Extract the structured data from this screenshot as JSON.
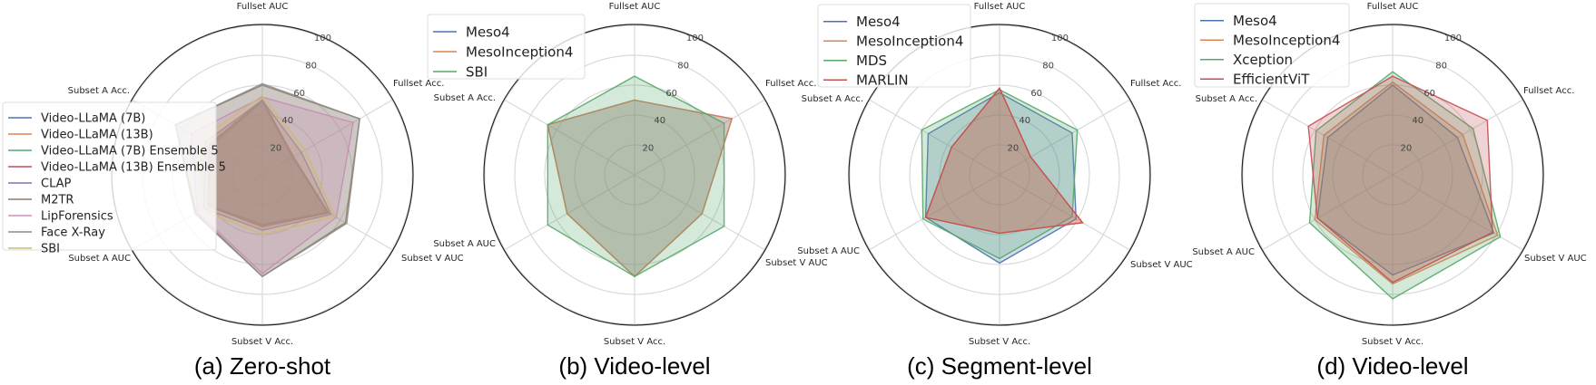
{
  "axes": [
    "Fullset AUC",
    "Fullset Acc.",
    "Subset V AUC",
    "Subset V Acc.",
    "Subset A AUC",
    "Subset A Acc."
  ],
  "colors": {
    "blue": "#4c72b0",
    "orange": "#dd8452",
    "green": "#55a868",
    "red": "#c44e52",
    "purple": "#8172b3",
    "brown": "#937860",
    "pink": "#da8bc3",
    "gray": "#8c8c8c",
    "yellow": "#ccb974"
  },
  "chart_data": [
    {
      "type": "radar",
      "title": "(a) Zero-shot",
      "categories": [
        "Fullset AUC",
        "Fullset Acc.",
        "Subset V AUC",
        "Subset V Acc.",
        "Subset A AUC",
        "Subset A Acc."
      ],
      "rlim": [
        0,
        100
      ],
      "rticks": [
        "20",
        "40",
        "60",
        "80",
        "100"
      ],
      "legend": "left",
      "series": [
        {
          "name": "Video-LLaMA (7B)",
          "color": "#4c72b0",
          "values": [
            50,
            24,
            51,
            34,
            42,
            40
          ]
        },
        {
          "name": "Video-LLaMA (13B)",
          "color": "#dd8452",
          "values": [
            50,
            24,
            51,
            35,
            42,
            40
          ]
        },
        {
          "name": "Video-LLaMA (7B) Ensemble 5",
          "color": "#55a868",
          "values": [
            49,
            23,
            50,
            33,
            41,
            39
          ]
        },
        {
          "name": "Video-LLaMA (13B) Ensemble 5",
          "color": "#c44e52",
          "values": [
            50,
            24,
            51,
            34,
            42,
            41
          ]
        },
        {
          "name": "CLAP",
          "color": "#8172b3",
          "values": [
            50,
            30,
            53,
            37,
            45,
            44
          ]
        },
        {
          "name": "M2TR",
          "color": "#937860",
          "values": [
            60,
            75,
            64,
            68,
            51,
            67
          ]
        },
        {
          "name": "LipForensics",
          "color": "#da8bc3",
          "values": [
            52,
            70,
            57,
            66,
            50,
            55
          ]
        },
        {
          "name": "Face X-Ray",
          "color": "#8c8c8c",
          "values": [
            61,
            75,
            65,
            68,
            52,
            67
          ]
        },
        {
          "name": "SBI",
          "color": "#ccb974",
          "values": [
            53,
            33,
            56,
            40,
            47,
            48
          ]
        }
      ]
    },
    {
      "type": "radar",
      "title": "(b) Video-level",
      "categories": [
        "Fullset AUC",
        "Fullset Acc.",
        "Subset V AUC",
        "Subset V Acc.",
        "Subset A AUC",
        "Subset A Acc."
      ],
      "rlim": [
        0,
        100
      ],
      "rticks": [
        "20",
        "40",
        "60",
        "80",
        "100"
      ],
      "legend": "top-left",
      "series": [
        {
          "name": "Meso4",
          "color": "#4c72b0",
          "values": [
            50,
            75,
            52,
            68,
            52,
            67
          ]
        },
        {
          "name": "MesoInception4",
          "color": "#dd8452",
          "values": [
            50,
            75,
            52,
            68,
            52,
            67
          ]
        },
        {
          "name": "SBI",
          "color": "#55a868",
          "values": [
            66,
            69,
            69,
            68,
            67,
            67
          ]
        }
      ]
    },
    {
      "type": "radar",
      "title": "(c) Segment-level",
      "categories": [
        "Fullset AUC",
        "Fullset Acc.",
        "Subset V AUC",
        "Subset V Acc.",
        "Subset A AUC",
        "Subset A Acc."
      ],
      "rlim": [
        0,
        100
      ],
      "rticks": [
        "20",
        "40",
        "60",
        "80",
        "100"
      ],
      "legend": "top-left",
      "series": [
        {
          "name": "Meso4",
          "color": "#4c72b0",
          "values": [
            55,
            56,
            59,
            59,
            57,
            55
          ]
        },
        {
          "name": "MesoInception4",
          "color": "#dd8452",
          "values": [
            58,
            24,
            64,
            39,
            57,
            37
          ]
        },
        {
          "name": "MDS",
          "color": "#55a868",
          "values": [
            57,
            60,
            56,
            56,
            59,
            60
          ]
        },
        {
          "name": "MARLIN",
          "color": "#c44e52",
          "values": [
            58,
            24,
            64,
            39,
            57,
            37
          ]
        }
      ]
    },
    {
      "type": "radar",
      "title": "(d) Video-level",
      "categories": [
        "Fullset AUC",
        "Fullset Acc.",
        "Subset V AUC",
        "Subset V Acc.",
        "Subset A AUC",
        "Subset A Acc."
      ],
      "rlim": [
        0,
        100
      ],
      "rticks": [
        "20",
        "40",
        "60",
        "80",
        "100"
      ],
      "legend": "top-left",
      "series": [
        {
          "name": "Meso4",
          "color": "#4c72b0",
          "values": [
            60,
            50,
            78,
            67,
            58,
            50
          ]
        },
        {
          "name": "MesoInception4",
          "color": "#dd8452",
          "values": [
            62,
            54,
            81,
            73,
            60,
            53
          ]
        },
        {
          "name": "Xception",
          "color": "#55a868",
          "values": [
            69,
            62,
            83,
            83,
            64,
            59
          ]
        },
        {
          "name": "EfficientViT",
          "color": "#c44e52",
          "values": [
            66,
            73,
            77,
            72,
            58,
            65
          ]
        }
      ]
    }
  ]
}
